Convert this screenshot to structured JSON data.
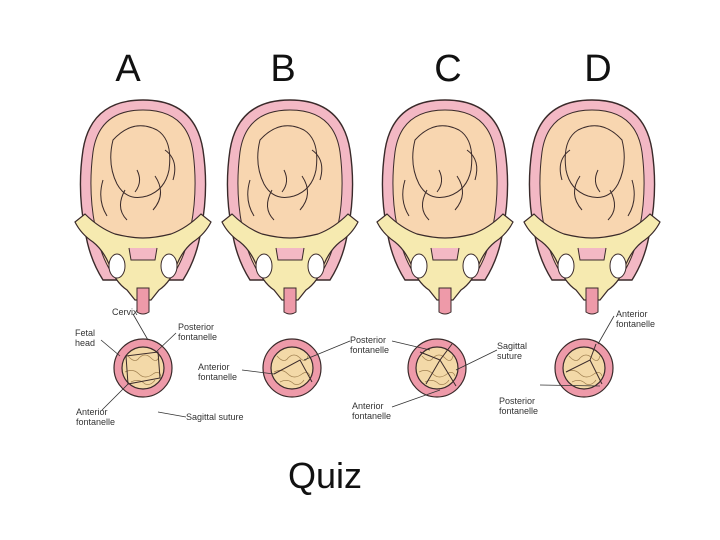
{
  "panels": {
    "a": "A",
    "b": "B",
    "c": "C",
    "d": "D"
  },
  "labels": {
    "cervix": "Cervix",
    "fetal_head": "Fetal\nhead",
    "posterior_fontanelle": "Posterior\nfontanelle",
    "anterior_fontanelle": "Anterior\nfontanelle",
    "sagittal_suture": "Sagittal suture",
    "sagittal_suture_stacked": "Sagittal\nsuture"
  },
  "footer": {
    "title": "Quiz"
  },
  "colors": {
    "uterus_pink": "#f3b8c4",
    "uterus_outline": "#3a2a2a",
    "fetus_skin": "#f8d6b0",
    "pelvis_bone": "#f6eab0",
    "cervix_ring": "#ee9aa9",
    "label_line": "#333333"
  }
}
